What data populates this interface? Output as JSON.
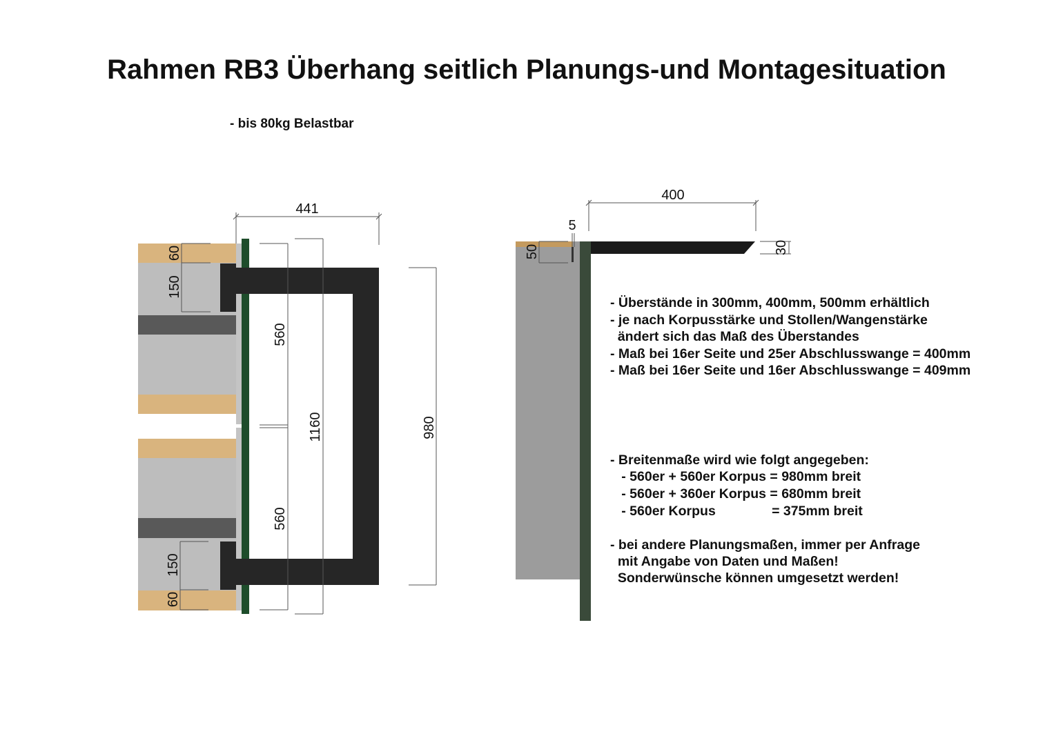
{
  "title": "Rahmen RB3 Überhang seitlich Planungs-und Montagesituation",
  "subtitle": "- bis 80kg Belastbar",
  "colors": {
    "wood": "#d9b47e",
    "carcass_gray": "#bdbdbd",
    "shelf_dark": "#595959",
    "panel_green": "#1e4d2b",
    "frame_black": "#262626",
    "side_gray": "#9c9c9c",
    "side_panel": "#3a4a3a"
  },
  "front_view": {
    "dimensions": {
      "width": "441",
      "top_wood": "60",
      "top_mount": "150",
      "upper_carcass": "560",
      "lower_carcass": "560",
      "total_height": "1160",
      "frame_height": "980",
      "bottom_mount": "150",
      "bottom_wood": "60"
    }
  },
  "side_view": {
    "dimensions": {
      "overhang": "400",
      "gap": "5",
      "depth": "50",
      "thickness": "30"
    }
  },
  "notes": {
    "overhang": [
      "- Überstände in 300mm, 400mm, 500mm erhältlich",
      "- je nach Korpusstärke und Stollen/Wangenstärke",
      "  ändert sich das Maß des Überstandes",
      "- Maß bei 16er Seite und 25er Abschlusswange = 400mm",
      "- Maß bei 16er Seite und 16er Abschlusswange = 409mm"
    ],
    "widths": [
      "- Breitenmaße wird wie folgt angegeben:",
      "   - 560er + 560er Korpus = 980mm breit",
      "   - 560er + 360er Korpus = 680mm breit",
      "   - 560er Korpus               = 375mm breit"
    ],
    "requests": [
      "- bei andere Planungsmaßen, immer per Anfrage",
      "  mit Angabe von Daten und Maßen!",
      "  Sonderwünsche können umgesetzt werden!"
    ]
  }
}
